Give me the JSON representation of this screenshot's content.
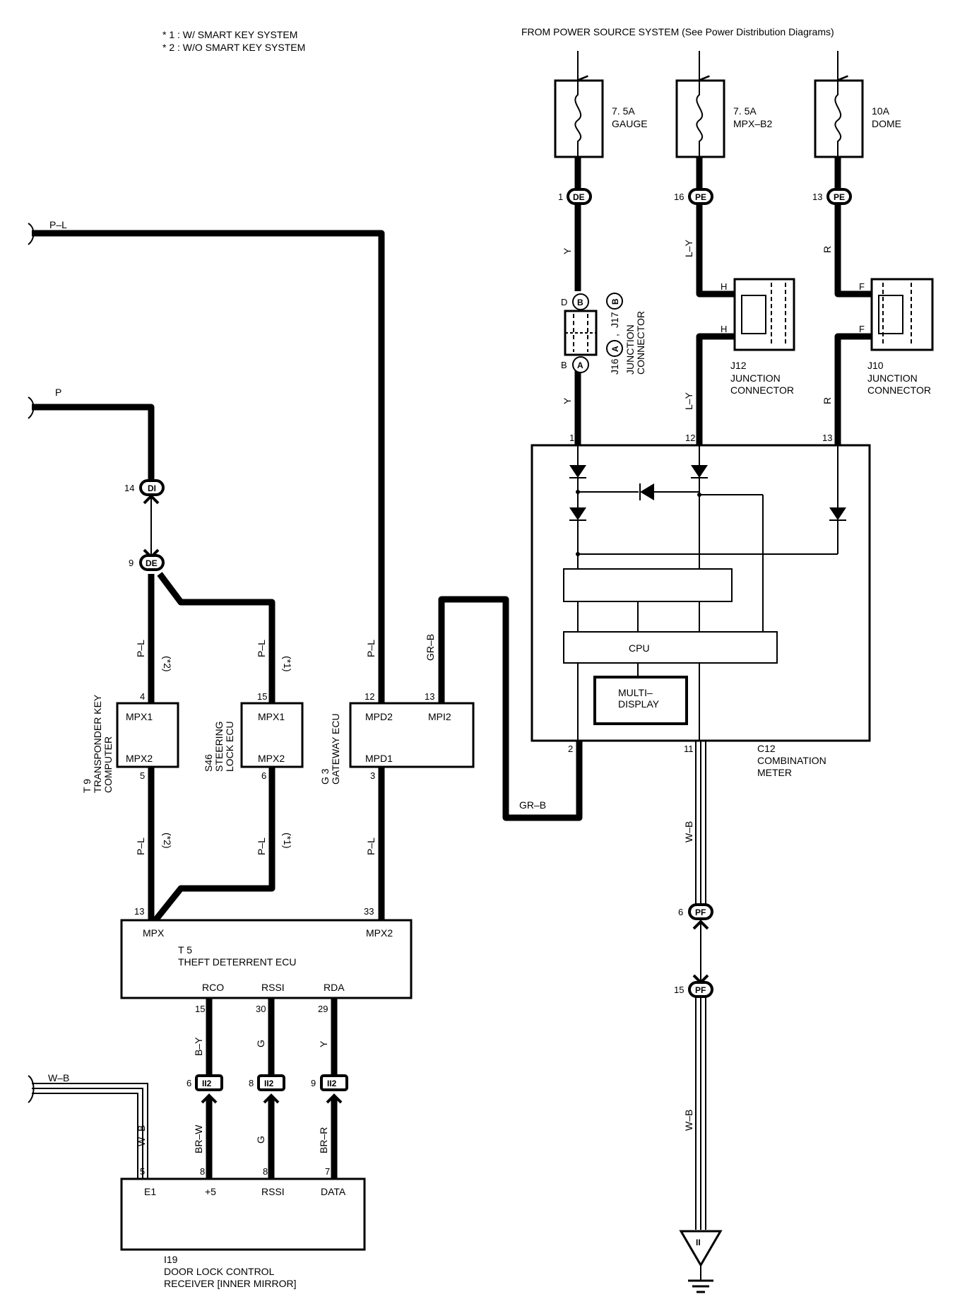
{
  "notes": [
    "* 1 : W/ SMART KEY SYSTEM",
    "* 2 : W/O SMART KEY SYSTEM"
  ],
  "header": "FROM POWER SOURCE SYSTEM  (See Power Distribution Diagrams)",
  "fuses": [
    {
      "amp": "7. 5A",
      "name": "GAUGE"
    },
    {
      "amp": "7. 5A",
      "name": "MPX–B2"
    },
    {
      "amp": "10A",
      "name": "DOME"
    }
  ],
  "connectors": {
    "de": "DE",
    "pe": "PE",
    "di": "DI",
    "pf": "PF",
    "ii2": "II2",
    "b": "B",
    "a": "A",
    "ii": "II"
  },
  "pins": {
    "de_top": "1",
    "pe_left": "16",
    "pe_right": "13",
    "d": "D",
    "b": "B",
    "h1": "H",
    "h2": "H",
    "f1": "F",
    "f2": "F",
    "meter_1": "1",
    "meter_12": "12",
    "meter_13": "13",
    "meter_2": "2",
    "meter_11": "11",
    "di_14": "14",
    "de_9": "9",
    "t9_4": "4",
    "t9_5": "5",
    "s46_15": "15",
    "s46_6": "6",
    "g3_12": "12",
    "g3_13": "13",
    "g3_3": "3",
    "t5_13": "13",
    "t5_33": "33",
    "t5_15": "15",
    "t5_30": "30",
    "t5_29": "29",
    "ii2_6": "6",
    "ii2_8": "8",
    "ii2_9": "9",
    "i19_5": "5",
    "i19_8a": "8",
    "i19_8b": "8",
    "i19_7": "7",
    "pf_6": "6",
    "pf_15": "15"
  },
  "wires": {
    "pl_top": "P–L",
    "p": "P",
    "y1": "Y",
    "y2": "Y",
    "ly1": "L–Y",
    "ly2": "L–Y",
    "r1": "R",
    "r2": "R",
    "grb1": "GR–B",
    "grb2": "GR–B",
    "pl_t9a": "P–L",
    "pl_t9b": "P–L",
    "pl_s46a": "P–L",
    "pl_s46b": "P–L",
    "pl_g3a": "P–L",
    "pl_g3b": "P–L",
    "by": "B–Y",
    "g1": "G",
    "y3": "Y",
    "brw": "BR–W",
    "g2": "G",
    "brr": "BR–R",
    "wb_left": "W–B",
    "wb_left_v": "W–B",
    "wb1": "W–B",
    "wb2": "W–B"
  },
  "options": {
    "star2": "(*2)",
    "star1": "(*1)"
  },
  "junctions": {
    "j16_j17": [
      "J16",
      "A",
      ",",
      "J17",
      "B"
    ],
    "j16_j17_name": "JUNCTION",
    "j16_j17_name2": "CONNECTOR",
    "j12_id": "J12",
    "j12_name": "JUNCTION",
    "j12_name2": "CONNECTOR",
    "j10_id": "J10",
    "j10_name": "JUNCTION",
    "j10_name2": "CONNECTOR"
  },
  "meter": {
    "cpu": "CPU",
    "multi1": "MULTI–",
    "multi2": "DISPLAY",
    "id": "C12",
    "name1": "COMBINATION",
    "name2": "METER"
  },
  "ecus": {
    "t9": {
      "id": "T 9",
      "name1": "TRANSPONDER KEY",
      "name2": "COMPUTER",
      "mpx1": "MPX1",
      "mpx2": "MPX2"
    },
    "s46": {
      "id": "S46",
      "name1": "STEERING",
      "name2": "LOCK ECU",
      "mpx1": "MPX1",
      "mpx2": "MPX2"
    },
    "g3": {
      "id": "G 3",
      "name1": "GATEWAY ECU",
      "mpd2": "MPD2",
      "mpi2": "MPI2",
      "mpd1": "MPD1"
    },
    "t5": {
      "id": "T 5",
      "name": "THEFT DETERRENT ECU",
      "mpx": "MPX",
      "mpx2": "MPX2",
      "rco": "RCO",
      "rssi": "RSSI",
      "rda": "RDA"
    },
    "i19": {
      "id": "I19",
      "name1": "DOOR LOCK CONTROL",
      "name2": "RECEIVER [INNER MIRROR]",
      "e1": "E1",
      "p5": "+5",
      "rssi": "RSSI",
      "data": "DATA"
    }
  }
}
